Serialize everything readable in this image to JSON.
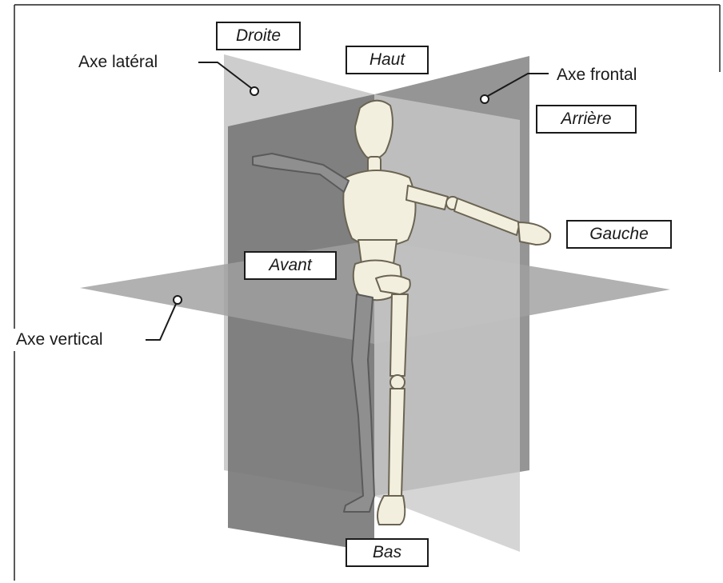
{
  "directions": {
    "right": "Droite",
    "up": "Haut",
    "back": "Arrière",
    "left": "Gauche",
    "front": "Avant",
    "down": "Bas"
  },
  "axes": {
    "lateral": "Axe latéral",
    "frontal": "Axe frontal",
    "vertical": "Axe vertical"
  },
  "colors": {
    "plane_frontal": "#6f6f6f",
    "plane_sagittal_light": "#bdbdbd",
    "plane_sagittal_dark": "#8d8d8d",
    "plane_horizontal": "#9a9a9a",
    "mannequin_fill": "#f3efde",
    "mannequin_stroke": "#6b6453"
  },
  "figure": "wooden-mannequin"
}
